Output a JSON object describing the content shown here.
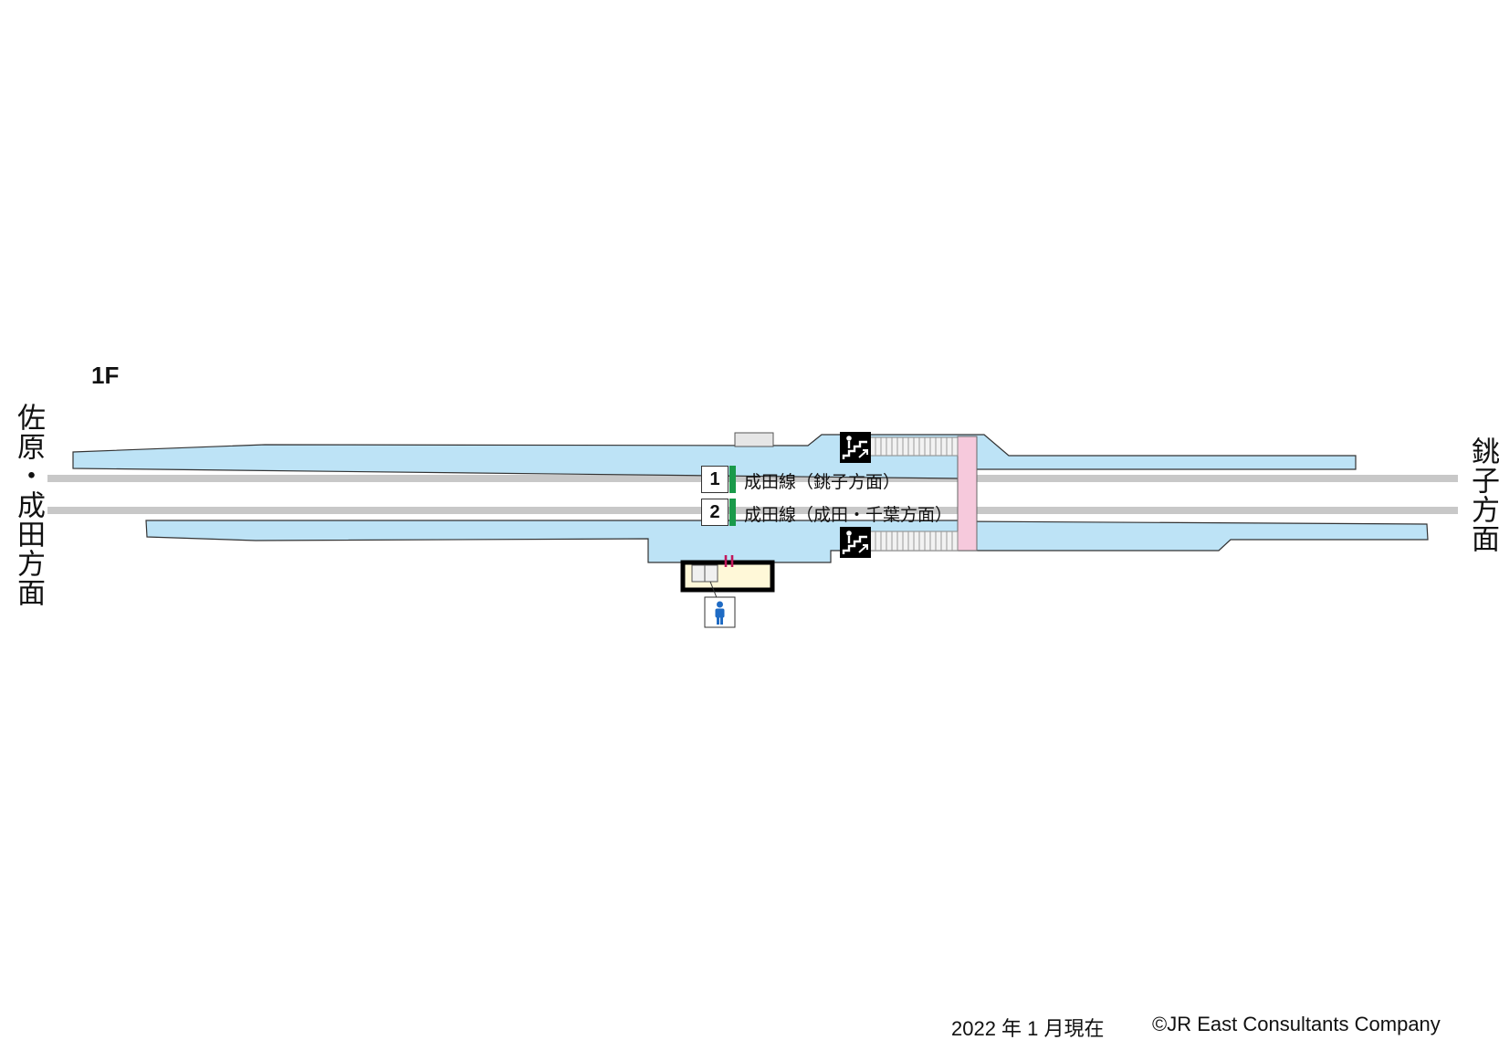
{
  "floor": "1F",
  "directions": {
    "left": "佐原・成田方面",
    "right": "銚子方面"
  },
  "tracks": [
    {
      "number": "1",
      "line": "成田線（銚子方面）"
    },
    {
      "number": "2",
      "line": "成田線（成田・千葉方面）"
    }
  ],
  "icons": [
    "stairs-icon",
    "stairs-icon",
    "ticket-gate-icon",
    "toilet-icon"
  ],
  "colors": {
    "platform": "#bde3f6",
    "track": "#c8c8c8",
    "bridge": "#f6c9dc",
    "building": "#fff8d8",
    "track_marker": "#1a9a4a",
    "toilet_icon": "#1f6bc4"
  },
  "footer": {
    "date": "2022 年 1 月現在",
    "copyright": "©JR East Consultants Company"
  }
}
